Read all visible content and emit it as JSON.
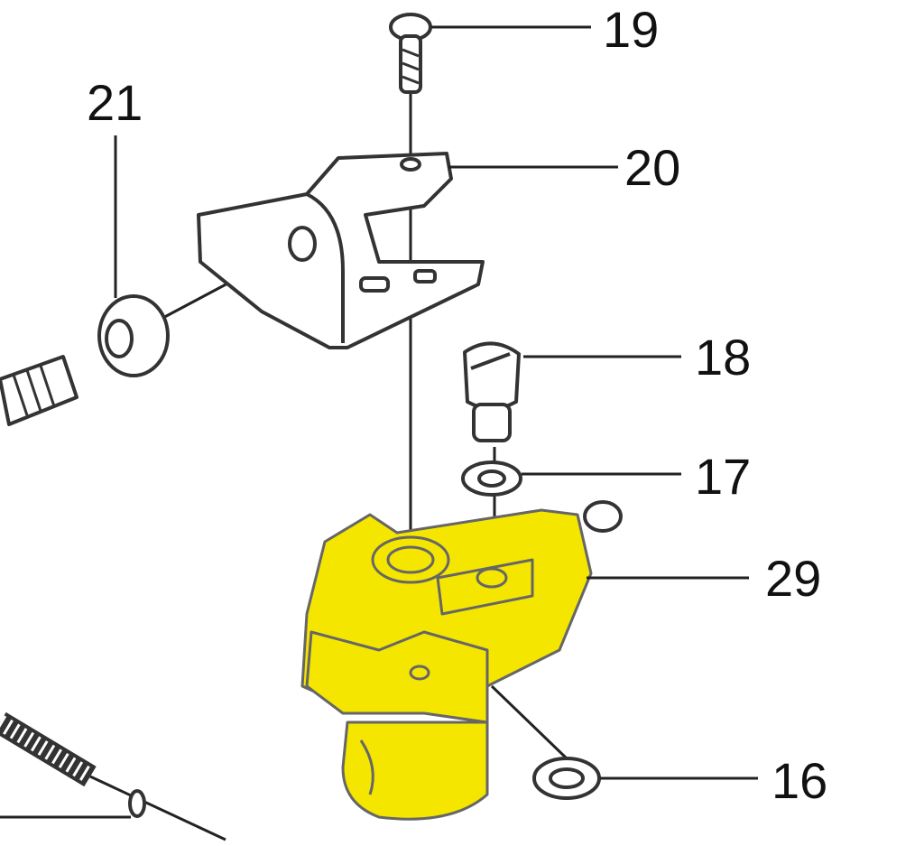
{
  "diagram": {
    "type": "exploded-parts-diagram",
    "highlight_color": "#f5e600",
    "callouts": [
      {
        "id": "19",
        "label": "19"
      },
      {
        "id": "20",
        "label": "20"
      },
      {
        "id": "21",
        "label": "21"
      },
      {
        "id": "18",
        "label": "18"
      },
      {
        "id": "17",
        "label": "17"
      },
      {
        "id": "29",
        "label": "29"
      },
      {
        "id": "16",
        "label": "16"
      }
    ]
  }
}
